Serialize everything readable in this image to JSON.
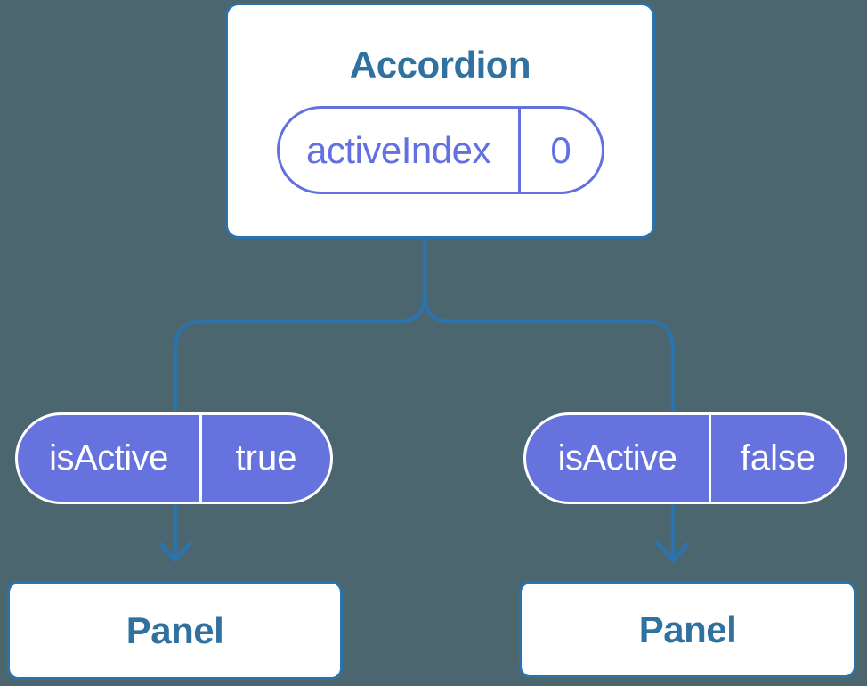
{
  "root_card": {
    "title": "Accordion",
    "state_name": "activeIndex",
    "state_value": "0"
  },
  "left_branch": {
    "prop_name": "isActive",
    "prop_value": "true",
    "panel_title": "Panel"
  },
  "right_branch": {
    "prop_name": "isActive",
    "prop_value": "false",
    "panel_title": "Panel"
  },
  "icons": {
    "left_arrow": "arrow-down",
    "right_arrow": "arrow-down"
  },
  "colors": {
    "background": "#4c6670",
    "connector": "#2d72a8",
    "card_border": "#2d72a8",
    "card_background": "#ffffff",
    "heading_text": "#2f719f",
    "state_pill_accent": "#6370e0",
    "prop_pill_fill": "#6673de",
    "prop_pill_text": "#ffffff"
  }
}
